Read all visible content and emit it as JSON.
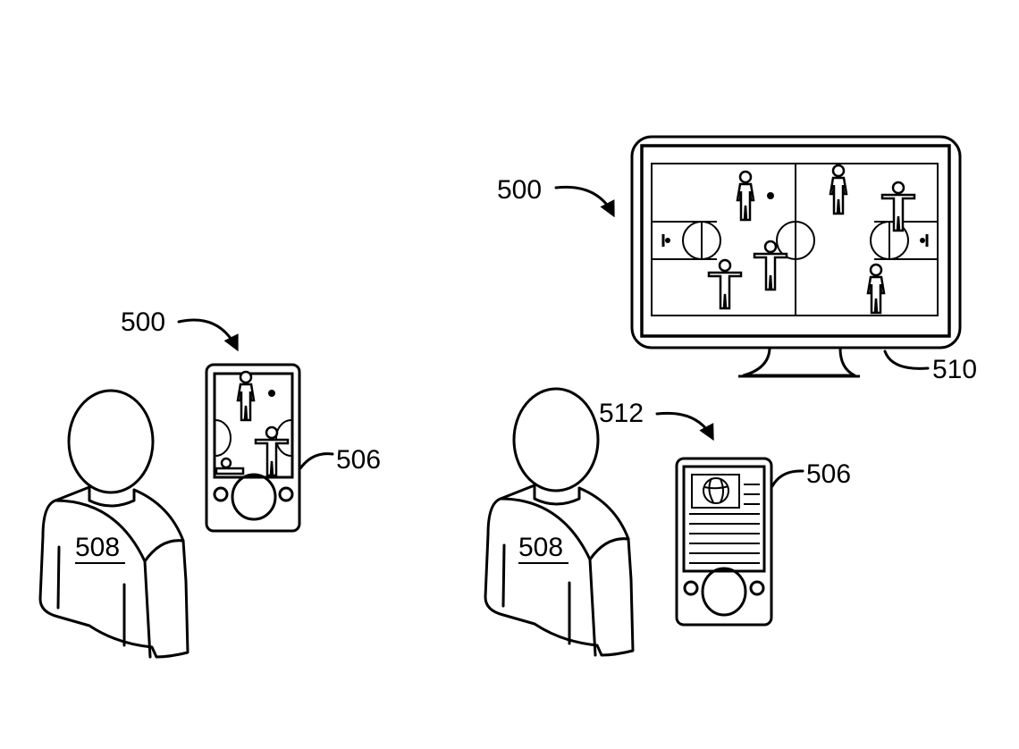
{
  "figure": {
    "type": "patent-drawing",
    "left_scene": {
      "user": {
        "ref": "508",
        "underlined": true
      },
      "device": {
        "ref": "506",
        "content": "basketball-game-view"
      },
      "content_ref": "500"
    },
    "right_scene": {
      "user": {
        "ref": "508",
        "underlined": true
      },
      "device": {
        "ref": "506",
        "content": "article-with-basketball-image"
      },
      "device_content_ref": "512",
      "display": {
        "ref": "510",
        "content": "basketball-game-view"
      },
      "display_content_ref": "500"
    }
  },
  "labels": {
    "l500_left": "500",
    "l506_left": "506",
    "l508_left": "508",
    "l500_right": "500",
    "l510": "510",
    "l512": "512",
    "l506_right": "506",
    "l508_right": "508"
  }
}
